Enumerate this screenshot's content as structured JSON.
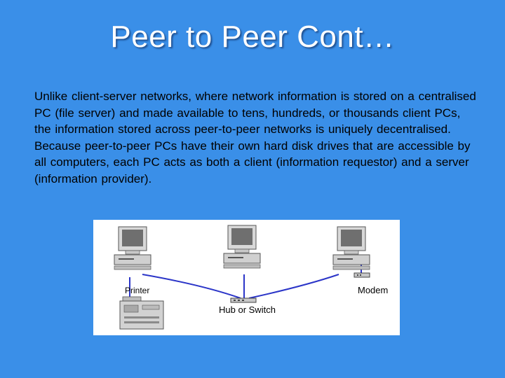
{
  "slide": {
    "title": "Peer to Peer Cont…",
    "body": "Unlike client-server networks, where network information is stored on a centralised PC (file server) and made available to tens, hundreds, or thousands client PCs, the information stored across peer-to-peer networks is uniquely decentralised. Because peer-to-peer PCs have their own hard disk drives that are accessible by all computers, each PC acts as both a client (information requestor) and a server (information provider)."
  },
  "diagram": {
    "labels": {
      "printer": "Printer",
      "hub": "Hub or Switch",
      "modem": "Modem"
    }
  }
}
